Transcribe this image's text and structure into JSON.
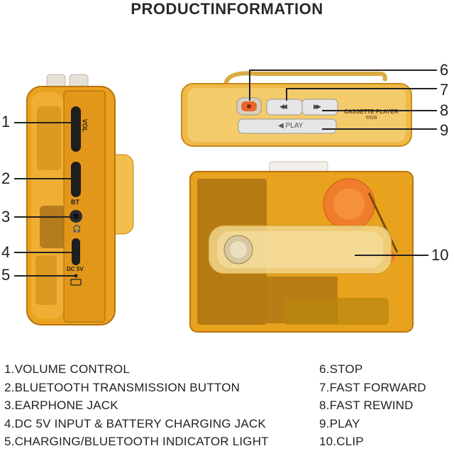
{
  "title": "PRODUCTINFORMATION",
  "device": {
    "brand_label": "CASSETTE PLAYER",
    "model": "6508",
    "play_label": "◀ PLAY",
    "rewind_glyph": "◀◀",
    "forward_glyph": "▶▶",
    "vol_label": "VOL",
    "bt_label": "BT",
    "dc_label": "DC 5V"
  },
  "callouts": [
    "1",
    "2",
    "3",
    "4",
    "5",
    "6",
    "7",
    "8",
    "9",
    "10"
  ],
  "features_left": [
    "1.VOLUME CONTROL",
    "2.BLUETOOTH TRANSMISSION BUTTON",
    "3.EARPHONE JACK",
    "4.DC 5V INPUT & BATTERY CHARGING JACK",
    "5.CHARGING/BLUETOOTH INDICATOR LIGHT"
  ],
  "features_right": [
    "6.STOP",
    "7.FAST FORWARD",
    "8.FAST REWIND",
    "9.PLAY",
    "10.CLIP"
  ],
  "colors": {
    "amber": "#e9a21e",
    "amber_dark": "#b87310",
    "amber_light": "#f3c45a",
    "stop_button": "#e8662a",
    "button_gray": "#e6e6e6"
  }
}
